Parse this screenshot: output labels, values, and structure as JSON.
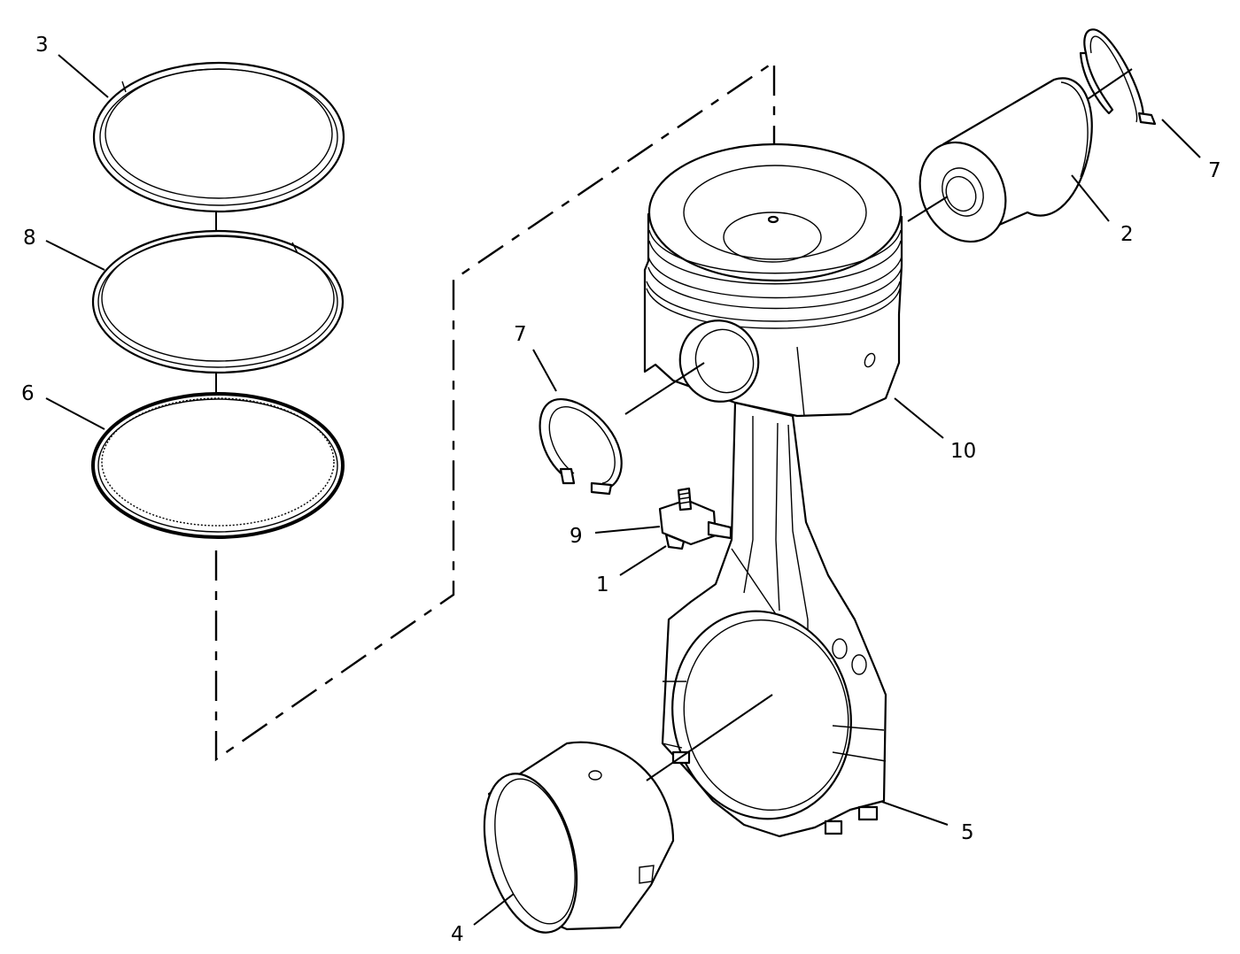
{
  "diagram": {
    "callouts": [
      {
        "id": "3",
        "label": "3"
      },
      {
        "id": "8",
        "label": "8"
      },
      {
        "id": "6",
        "label": "6"
      },
      {
        "id": "7a",
        "label": "7"
      },
      {
        "id": "7b",
        "label": "7"
      },
      {
        "id": "2",
        "label": "2"
      },
      {
        "id": "10",
        "label": "10"
      },
      {
        "id": "9",
        "label": "9"
      },
      {
        "id": "1",
        "label": "1"
      },
      {
        "id": "5",
        "label": "5"
      },
      {
        "id": "4",
        "label": "4"
      }
    ],
    "colors": {
      "line": "#000000",
      "background": "#ffffff"
    }
  }
}
